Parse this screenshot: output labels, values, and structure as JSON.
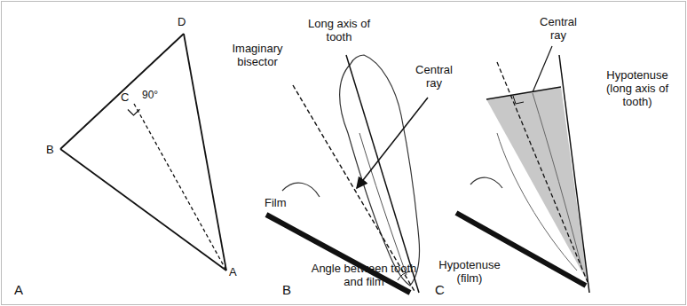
{
  "diagram": {
    "labels": [
      "D",
      "C",
      "90°",
      "B",
      "A",
      "A",
      "Long axis of tooth",
      "Imaginary bisector",
      "Central ray",
      "Film",
      "Angle between tooth and film",
      "B",
      "Central ray",
      "Hypotenuse (long axis of tooth)",
      "Hypotenuse (film)",
      "C"
    ]
  }
}
